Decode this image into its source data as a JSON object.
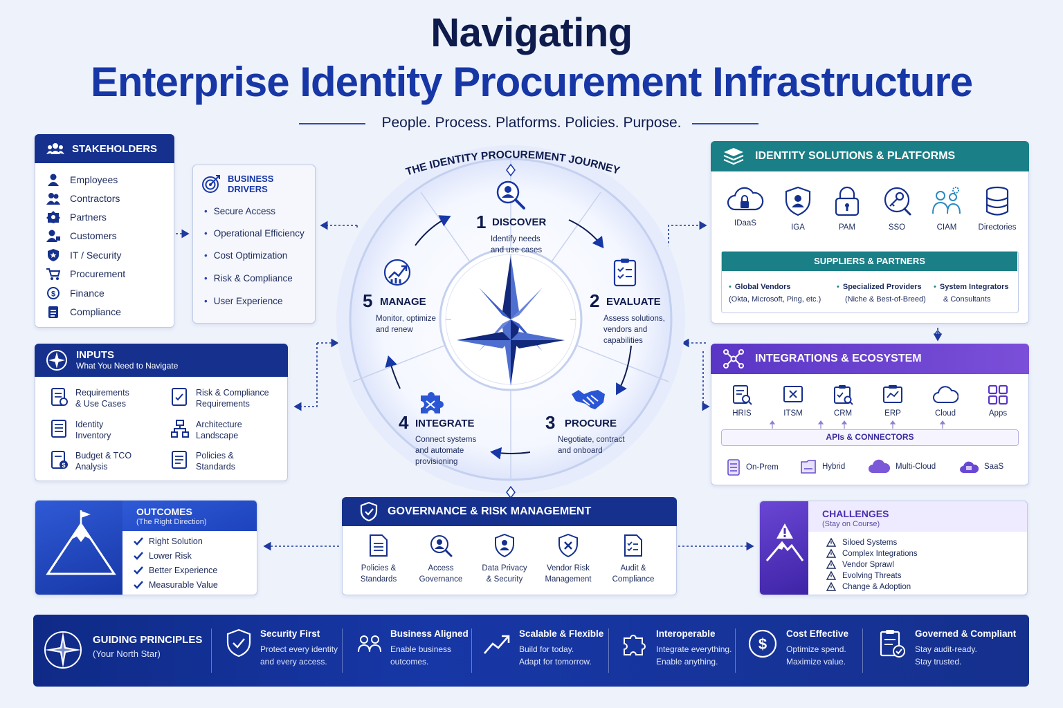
{
  "title": {
    "line1": "Navigating",
    "line2": "Enterprise Identity Procurement Infrastructure",
    "tagline": "People. Process. Platforms. Policies. Purpose."
  },
  "journey": {
    "label": "THE IDENTITY PROCUREMENT JOURNEY",
    "steps": [
      {
        "num": "1",
        "title": "DISCOVER",
        "desc1": "Identify needs",
        "desc2": "and use cases",
        "desc3": ""
      },
      {
        "num": "2",
        "title": "EVALUATE",
        "desc1": "Assess solutions,",
        "desc2": "vendors and",
        "desc3": "capabilities"
      },
      {
        "num": "3",
        "title": "PROCURE",
        "desc1": "Negotiate, contract",
        "desc2": "and onboard",
        "desc3": ""
      },
      {
        "num": "4",
        "title": "INTEGRATE",
        "desc1": "Connect systems",
        "desc2": "and automate",
        "desc3": "provisioning"
      },
      {
        "num": "5",
        "title": "MANAGE",
        "desc1": "Monitor, optimize",
        "desc2": "and renew",
        "desc3": ""
      }
    ]
  },
  "stakeholders": {
    "title": "STAKEHOLDERS",
    "items": [
      "Employees",
      "Contractors",
      "Partners",
      "Customers",
      "IT / Security",
      "Procurement",
      "Finance",
      "Compliance"
    ]
  },
  "drivers": {
    "title": "BUSINESS DRIVERS",
    "items": [
      "Secure Access",
      "Operational Efficiency",
      "Cost Optimization",
      "Risk & Compliance",
      "User Experience"
    ]
  },
  "inputs": {
    "title": "INPUTS",
    "subtitle": "What You Need to Navigate",
    "items": [
      {
        "l1": "Requirements",
        "l2": "& Use Cases"
      },
      {
        "l1": "Risk & Compliance",
        "l2": "Requirements"
      },
      {
        "l1": "Identity",
        "l2": "Inventory"
      },
      {
        "l1": "Architecture",
        "l2": "Landscape"
      },
      {
        "l1": "Budget & TCO",
        "l2": "Analysis"
      },
      {
        "l1": "Policies &",
        "l2": "Standards"
      }
    ]
  },
  "outcomes": {
    "title": "OUTCOMES",
    "subtitle": "(The Right Direction)",
    "items": [
      "Right Solution",
      "Lower Risk",
      "Better Experience",
      "Measurable Value"
    ]
  },
  "governance": {
    "title": "GOVERNANCE & RISK MANAGEMENT",
    "items": [
      {
        "l1": "Policies &",
        "l2": "Standards"
      },
      {
        "l1": "Access",
        "l2": "Governance"
      },
      {
        "l1": "Data Privacy",
        "l2": "& Security"
      },
      {
        "l1": "Vendor Risk",
        "l2": "Management"
      },
      {
        "l1": "Audit &",
        "l2": "Compliance"
      }
    ]
  },
  "solutions": {
    "title": "IDENTITY SOLUTIONS & PLATFORMS",
    "items": [
      "IDaaS",
      "IGA",
      "PAM",
      "SSO",
      "CIAM",
      "Directories"
    ],
    "suppliers_title": "SUPPLIERS & PARTNERS",
    "suppliers": [
      {
        "name": "Global Vendors",
        "detail": "(Okta, Microsoft, Ping, etc.)"
      },
      {
        "name": "Specialized Providers",
        "detail": "(Niche & Best-of-Breed)"
      },
      {
        "name": "System Integrators",
        "detail": "& Consultants"
      }
    ]
  },
  "integrations": {
    "title": "INTEGRATIONS & ECOSYSTEM",
    "items": [
      "HRIS",
      "ITSM",
      "CRM",
      "ERP",
      "Cloud",
      "Apps"
    ],
    "apis": "APIs & CONNECTORS",
    "deployments": [
      "On-Prem",
      "Hybrid",
      "Multi-Cloud",
      "SaaS"
    ]
  },
  "challenges": {
    "title": "CHALLENGES",
    "subtitle": "(Stay on Course)",
    "items": [
      "Siloed Systems",
      "Complex Integrations",
      "Vendor Sprawl",
      "Evolving Threats",
      "Change & Adoption"
    ]
  },
  "principles": {
    "title": "GUIDING PRINCIPLES",
    "subtitle": "(Your North Star)",
    "items": [
      {
        "t": "Security First",
        "d1": "Protect every identity",
        "d2": "and every access."
      },
      {
        "t": "Business Aligned",
        "d1": "Enable business",
        "d2": "outcomes."
      },
      {
        "t": "Scalable & Flexible",
        "d1": "Build for today.",
        "d2": "Adapt for tomorrow."
      },
      {
        "t": "Interoperable",
        "d1": "Integrate everything.",
        "d2": "Enable anything."
      },
      {
        "t": "Cost Effective",
        "d1": "Optimize spend.",
        "d2": "Maximize value."
      },
      {
        "t": "Governed & Compliant",
        "d1": "Stay audit-ready.",
        "d2": "Stay trusted."
      }
    ]
  },
  "colors": {
    "navy": "#15308d",
    "blue": "#1737a6",
    "teal": "#1a7f86",
    "purple": "#5a36c6"
  }
}
